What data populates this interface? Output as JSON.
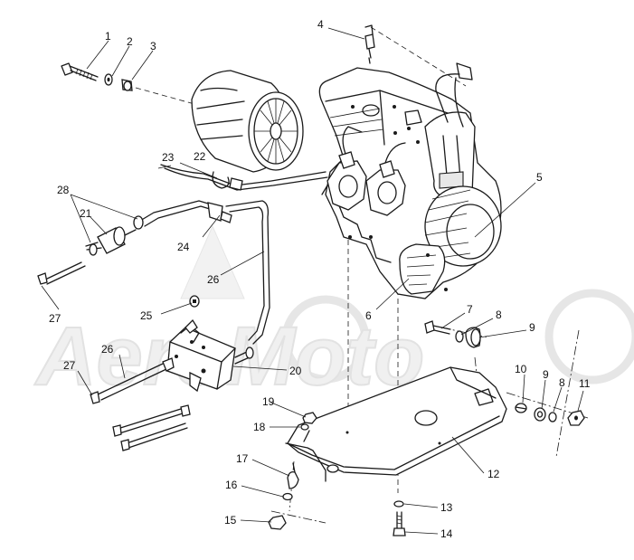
{
  "watermark": "AeroMoto",
  "callouts": {
    "c1": "1",
    "c2": "2",
    "c3": "3",
    "c4": "4",
    "c5": "5",
    "c6": "6",
    "c7": "7",
    "c8a": "8",
    "c8b": "8",
    "c9a": "9",
    "c9b": "9",
    "c10": "10",
    "c11": "11",
    "c12": "12",
    "c13": "13",
    "c14": "14",
    "c15": "15",
    "c16": "16",
    "c17": "17",
    "c18": "18",
    "c19": "19",
    "c20": "20",
    "c21": "21",
    "c22": "22",
    "c23": "23",
    "c24": "24",
    "c25": "25",
    "c26a": "26",
    "c26b": "26",
    "c27a": "27",
    "c27b": "27",
    "c28": "28"
  }
}
